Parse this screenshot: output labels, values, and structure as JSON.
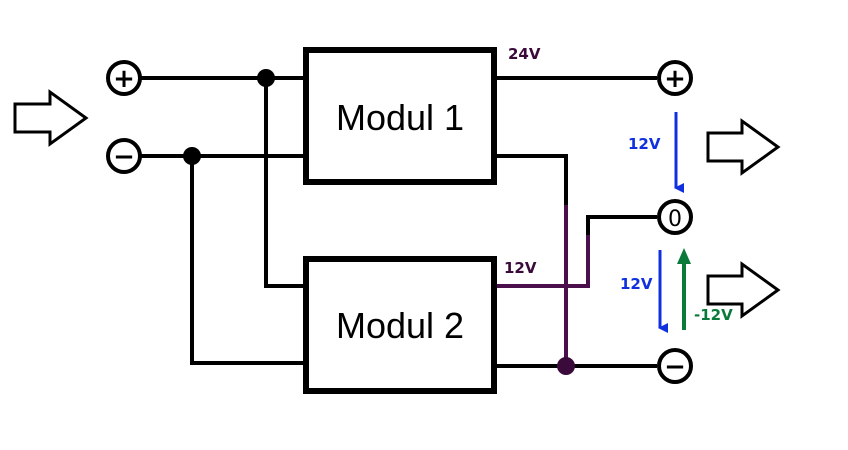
{
  "modules": [
    {
      "id": "m1",
      "label": "Modul 1"
    },
    {
      "id": "m2",
      "label": "Modul 2"
    }
  ],
  "terminals": {
    "in_plus": "+",
    "in_minus": "−",
    "out_plus": "+",
    "out_zero": "0",
    "out_minus": "−"
  },
  "voltages": {
    "m1_out": "24V",
    "m2_out": "12V",
    "upper_drop": "12V",
    "lower_drop": "12V",
    "negative": "-12V"
  },
  "colors": {
    "wire": "#000000",
    "module2_wire": "#4b0f4b",
    "label_dark": "#3a0a3a",
    "arrow_blue": "#1030e0",
    "arrow_green": "#0a7a3a"
  },
  "icons": [
    "input-arrow-icon",
    "output-arrow-icon",
    "output-arrow-icon"
  ]
}
